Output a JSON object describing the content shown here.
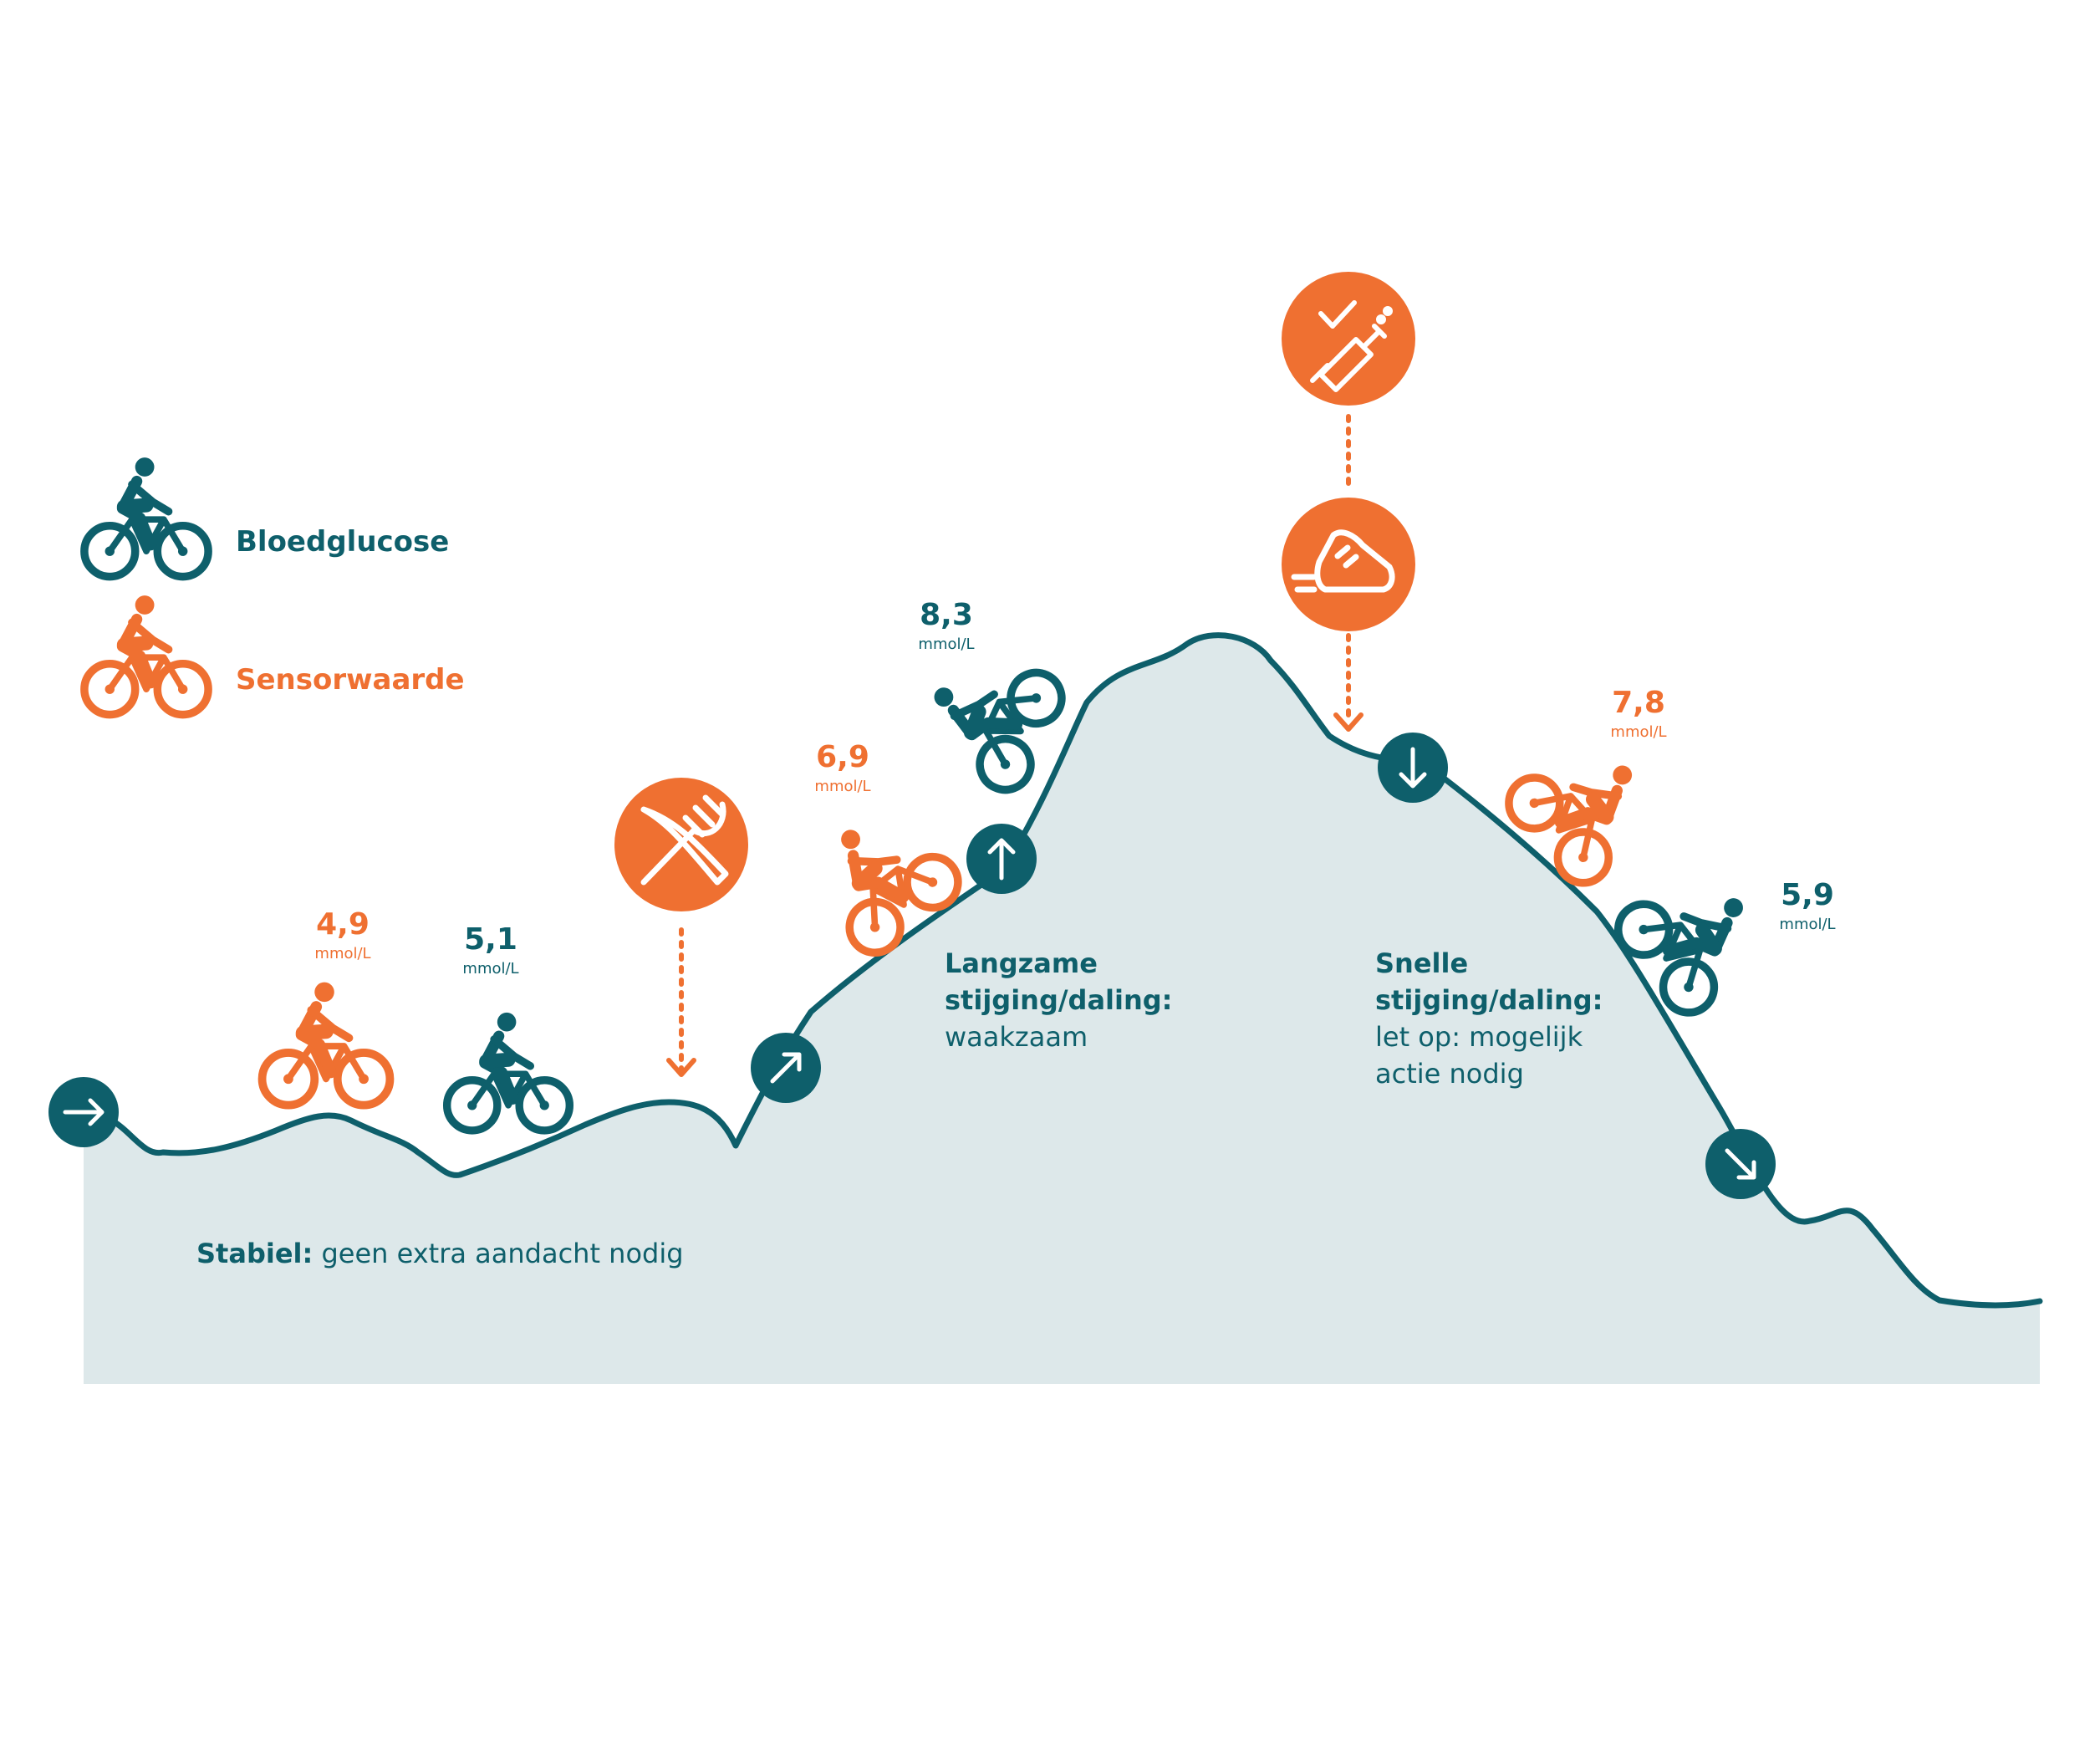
{
  "legend": {
    "blood_glucose": "Bloedglucose",
    "sensor_value": "Sensorwaarde"
  },
  "readings": [
    {
      "value": "4,9",
      "unit": "mmol/L",
      "kind": "sensor"
    },
    {
      "value": "5,1",
      "unit": "mmol/L",
      "kind": "blood"
    },
    {
      "value": "6,9",
      "unit": "mmol/L",
      "kind": "sensor"
    },
    {
      "value": "8,3",
      "unit": "mmol/L",
      "kind": "blood"
    },
    {
      "value": "7,8",
      "unit": "mmol/L",
      "kind": "sensor"
    },
    {
      "value": "5,9",
      "unit": "mmol/L",
      "kind": "blood"
    }
  ],
  "zones": {
    "stable_bold": "Stabiel:",
    "stable_rest": "geen extra aandacht nodig",
    "slow_line1": "Langzame",
    "slow_line2": "stijging/daling:",
    "slow_line3": "waakzaam",
    "fast_line1": "Snelle",
    "fast_line2": "stijging/daling:",
    "fast_line3": "let op: mogelijk",
    "fast_line4": "actie nodig"
  },
  "icons": {
    "meal": "fork-knife-icon",
    "insulin": "syringe-icon",
    "exercise": "shoe-icon",
    "trend_flat": "arrow-right-icon",
    "trend_up_slow": "arrow-up-right-icon",
    "trend_up_fast": "arrow-up-icon",
    "trend_down_fast": "arrow-down-icon",
    "trend_down_slow": "arrow-down-right-icon",
    "cyclist": "cyclist-icon"
  },
  "colors": {
    "teal": "#0e5f6b",
    "orange": "#ef7031",
    "area": "#dde8ea"
  }
}
